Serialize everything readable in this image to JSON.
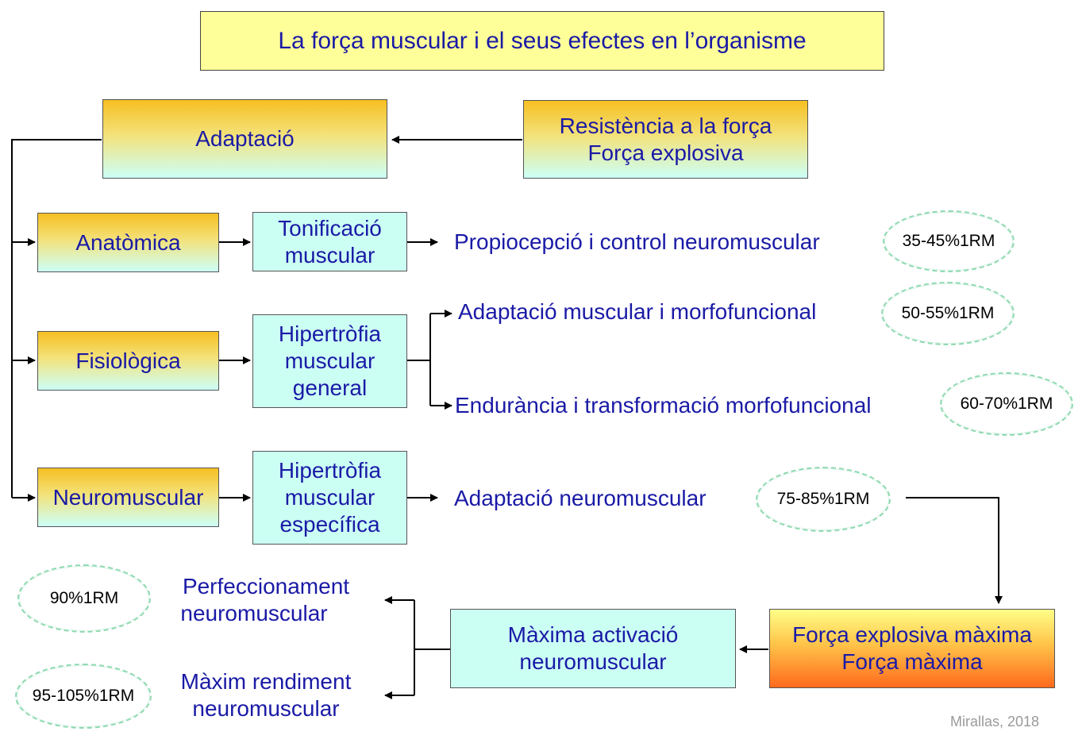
{
  "title": "La força muscular i el seus efectes en l’organisme",
  "boxes": {
    "adaptacio": "Adaptació",
    "resistencia": [
      "Resistència a la força",
      "Força explosiva"
    ],
    "anatomica": "Anatòmica",
    "fisiologica": "Fisiològica",
    "neuromuscular": "Neuromuscular",
    "tonificacio": [
      "Tonificació",
      "muscular"
    ],
    "hipertrofia_general": [
      "Hipertròfia",
      "muscular",
      "general"
    ],
    "hipertrofia_especifica": [
      "Hipertròfia",
      "muscular",
      "específica"
    ],
    "maxima_activacio": [
      "Màxima activació",
      "neuromuscular"
    ],
    "forca_explosiva_maxima": [
      "Força explosiva màxima",
      "Força màxima"
    ]
  },
  "outcomes": {
    "propiocepcio": "Propiocepció i control neuromuscular",
    "adaptacio_muscular": "Adaptació muscular i morfofuncional",
    "endurancia": "Endurància i transformació morfofuncional",
    "adaptacio_neuromuscular": "Adaptació neuromuscular",
    "perfeccionament": [
      "Perfeccionament",
      "neuromuscular"
    ],
    "maxim_rendiment": [
      "Màxim rendiment",
      "neuromuscular"
    ]
  },
  "intensities": {
    "i1": "35-45%1RM",
    "i2": "50-55%1RM",
    "i3": "60-70%1RM",
    "i4": "75-85%1RM",
    "i5": "90%1RM",
    "i6": "95-105%1RM"
  },
  "credit": "Mirallas, 2018",
  "colors": {
    "text": "#1a1aa6",
    "title_bg": "#ffff99",
    "cyan_box": "#ccfff4",
    "orange_top": "#f6bf22",
    "fire_bottom": "#ff6a1e",
    "oval_border": "#8fd9b0"
  }
}
